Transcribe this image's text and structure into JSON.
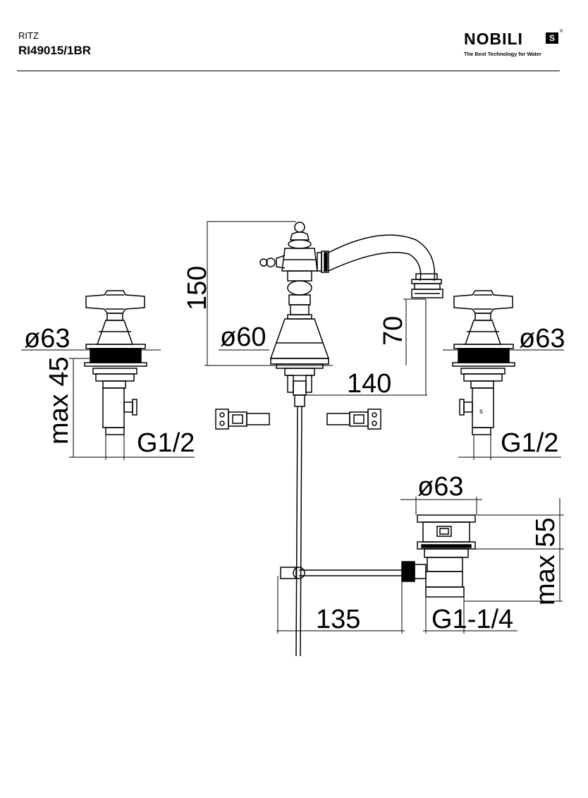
{
  "header": {
    "series": "RITZ",
    "code": "RI49015/1BR"
  },
  "logo": {
    "word": "NOBILI",
    "mark": "S",
    "tagline": "The Best Technology for Water"
  },
  "dimensions": {
    "left_diameter": "ø63",
    "left_height": "max 45",
    "left_thread": "G1/2",
    "spout_height": "150",
    "spout_base_diameter": "ø60",
    "spout_outlet_height": "70",
    "spout_reach": "140",
    "right_diameter": "ø63",
    "right_thread": "G1/2",
    "waste_diameter": "ø63",
    "waste_height": "max 55",
    "waste_rod_length": "135",
    "waste_thread": "G1-1/4"
  }
}
